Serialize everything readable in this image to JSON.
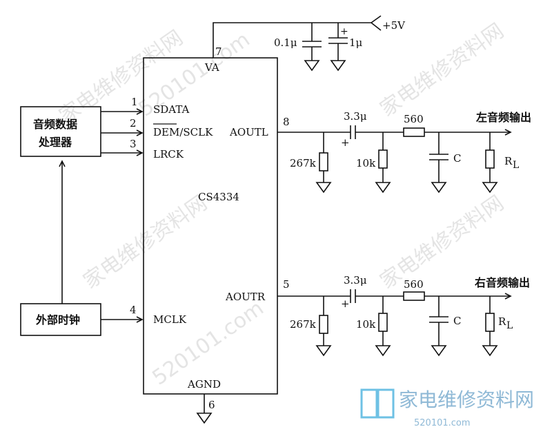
{
  "chip": {
    "name": "CS4334",
    "pins": {
      "va": "VA",
      "sdata": "SDATA",
      "dem_sclk": "DEM/SCLK",
      "lrck": "LRCK",
      "mclk": "MCLK",
      "agnd": "AGND",
      "aoutl": "AOUTL",
      "aoutr": "AOUTR"
    },
    "pin_numbers": {
      "sdata": "1",
      "dem_sclk": "2",
      "lrck": "3",
      "mclk": "4",
      "aoutr": "5",
      "agnd": "6",
      "va": "7",
      "aoutl": "8"
    }
  },
  "blocks": {
    "audio_processor_line1": "音频数据",
    "audio_processor_line2": "处理器",
    "external_clock": "外部时钟"
  },
  "supply": {
    "label": "+5V",
    "cap1": "0.1μ",
    "cap2": "1μ",
    "cap2_plus": "+"
  },
  "left_channel": {
    "cap": "3.3μ",
    "cap_plus": "+",
    "r_series": "560",
    "r1": "267k",
    "r2": "10k",
    "c": "C",
    "rl": "R",
    "rl_sub": "L",
    "output": "左音频输出"
  },
  "right_channel": {
    "cap": "3.3μ",
    "cap_plus": "+",
    "r_series": "560",
    "r1": "267k",
    "r2": "10k",
    "c": "C",
    "rl": "R",
    "rl_sub": "L",
    "output": "右音频输出"
  },
  "watermark": {
    "text1": "家电维修资料网",
    "text2": "520101.com"
  }
}
